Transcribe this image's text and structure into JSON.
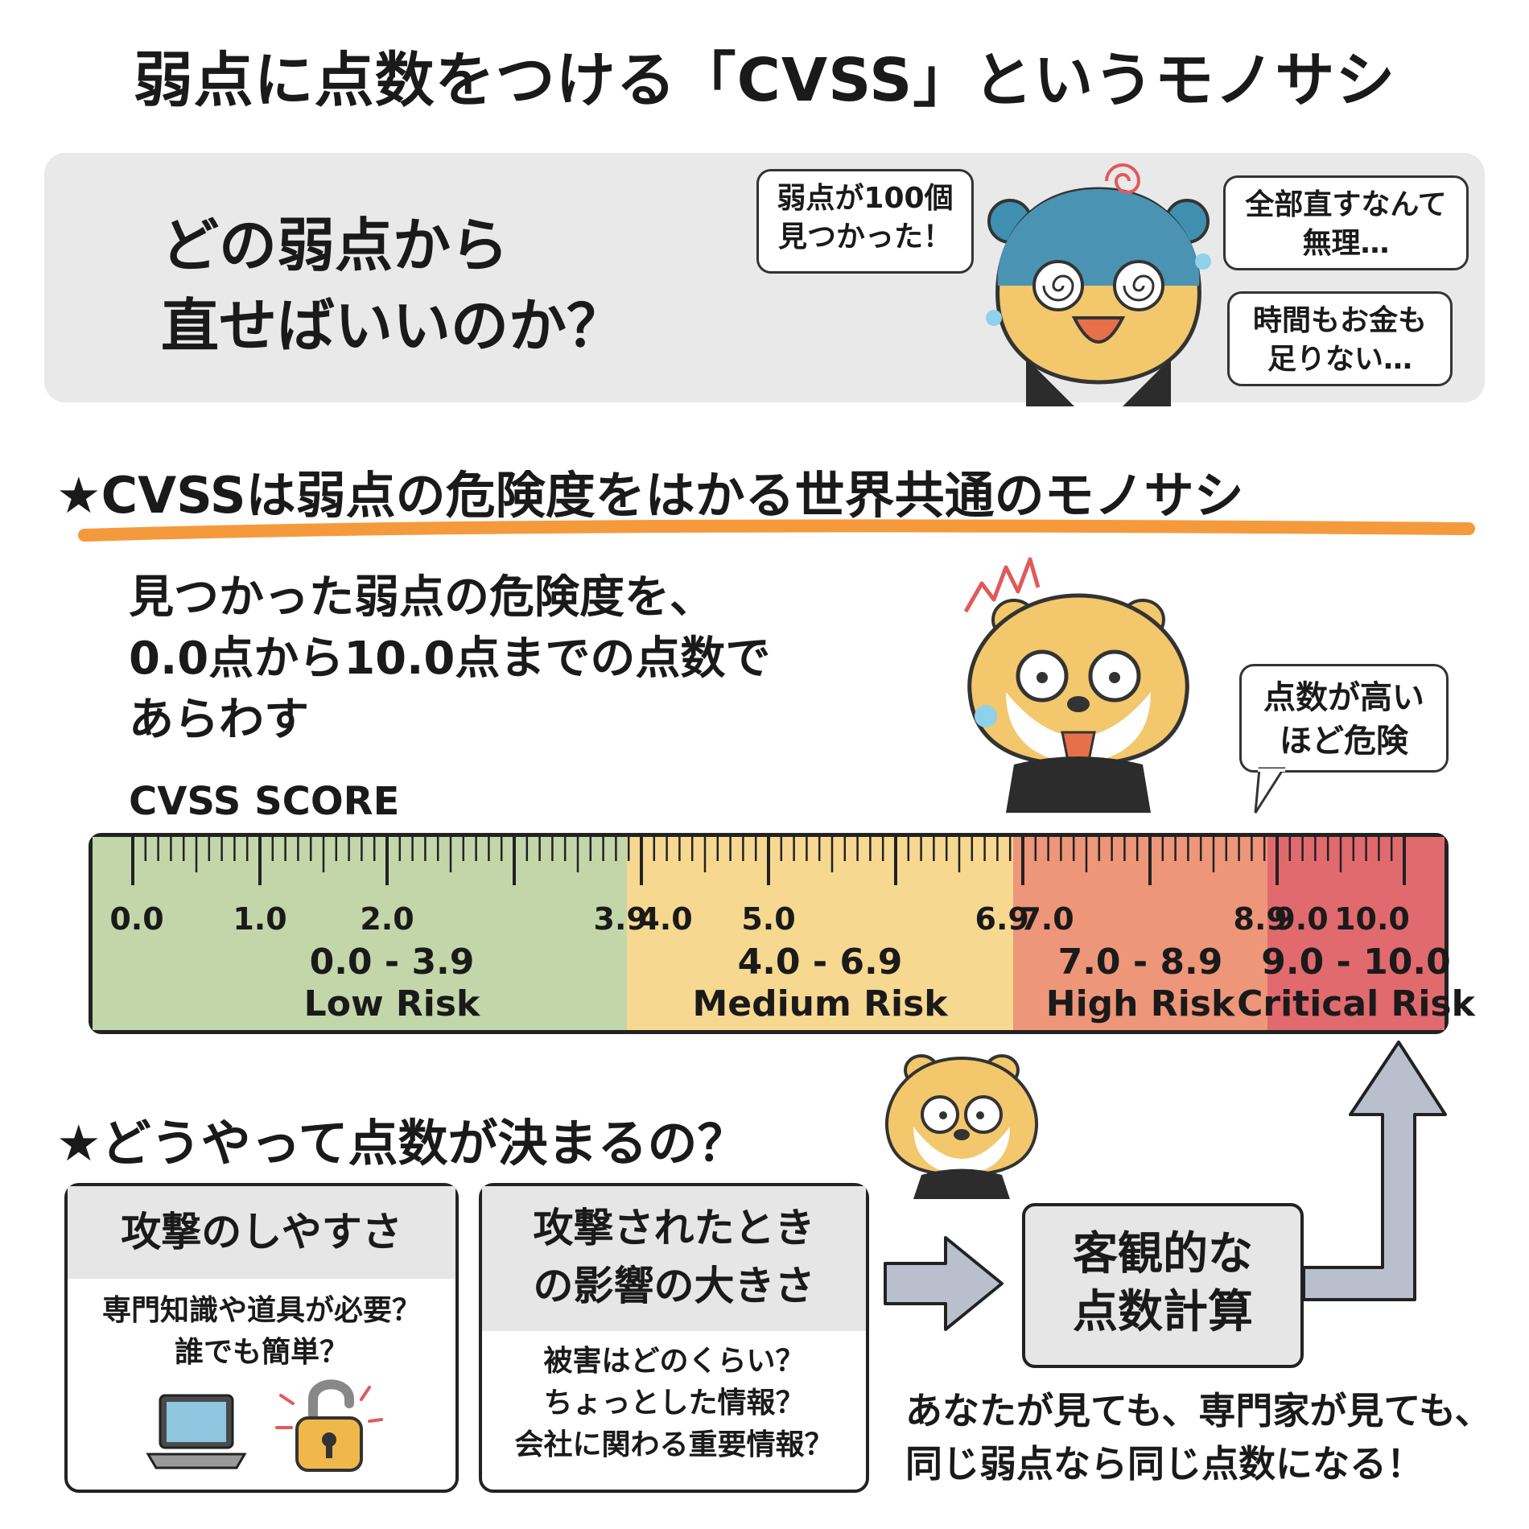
{
  "title": "弱点に点数をつける「CVSS」というモノサシ",
  "intro": {
    "question_line1": "どの弱点から",
    "question_line2": "直せばいいのか？",
    "bubbles": [
      {
        "line1": "弱点が100個",
        "line2": "見つかった！"
      },
      {
        "line1": "全部直すなんて",
        "line2": "無理…"
      },
      {
        "line1": "時間もお金も",
        "line2": "足りない…"
      }
    ]
  },
  "section1": {
    "heading": "★CVSSは弱点の危険度をはかる世界共通のモノサシ",
    "description_lines": [
      "見つかった弱点の危険度を、",
      "0.0点から10.0点までの点数で",
      "あらわす"
    ],
    "bubble_line1": "点数が高い",
    "bubble_line2": "ほど危険",
    "accent_color": "#f59a3c"
  },
  "ruler": {
    "label": "CVSS SCORE",
    "tick_labels": [
      "0.0",
      "1.0",
      "2.0",
      "3.9",
      "4.0",
      "5.0",
      "6.9",
      "7.0",
      "8.9",
      "9.0",
      "10.0"
    ],
    "tick_values": [
      0.0,
      1.0,
      2.0,
      3.9,
      4.0,
      5.0,
      6.9,
      7.0,
      8.9,
      9.0,
      10.0
    ],
    "segments": [
      {
        "from": 0.0,
        "to": 4.0,
        "range": "0.0 - 3.9",
        "name": "Low Risk",
        "color": "#c3d6a9"
      },
      {
        "from": 4.0,
        "to": 7.0,
        "range": "4.0 - 6.9",
        "name": "Medium Risk",
        "color": "#f7d890"
      },
      {
        "from": 7.0,
        "to": 9.0,
        "range": "7.0 - 8.9",
        "name": "High Risk",
        "color": "#ee9679"
      },
      {
        "from": 9.0,
        "to": 10.0,
        "range": "9.0 - 10.0",
        "name": "Critical Risk",
        "color": "#e16a6e"
      }
    ]
  },
  "section2": {
    "heading": "★どうやって点数が決まるの？",
    "box1": {
      "title": "攻撃のしやすさ",
      "line1": "専門知識や道具が必要？",
      "line2": "誰でも簡単？"
    },
    "box2": {
      "title_line1": "攻撃されたとき",
      "title_line2": "の影響の大きさ",
      "line1": "被害はどのくらい？",
      "line2": "ちょっとした情報？",
      "line3": "会社に関わる重要情報？"
    },
    "calc_line1": "客観的な",
    "calc_line2": "点数計算",
    "conclusion_line1": "あなたが見ても、専門家が見ても、",
    "conclusion_line2": "同じ弱点なら同じ点数になる！"
  }
}
